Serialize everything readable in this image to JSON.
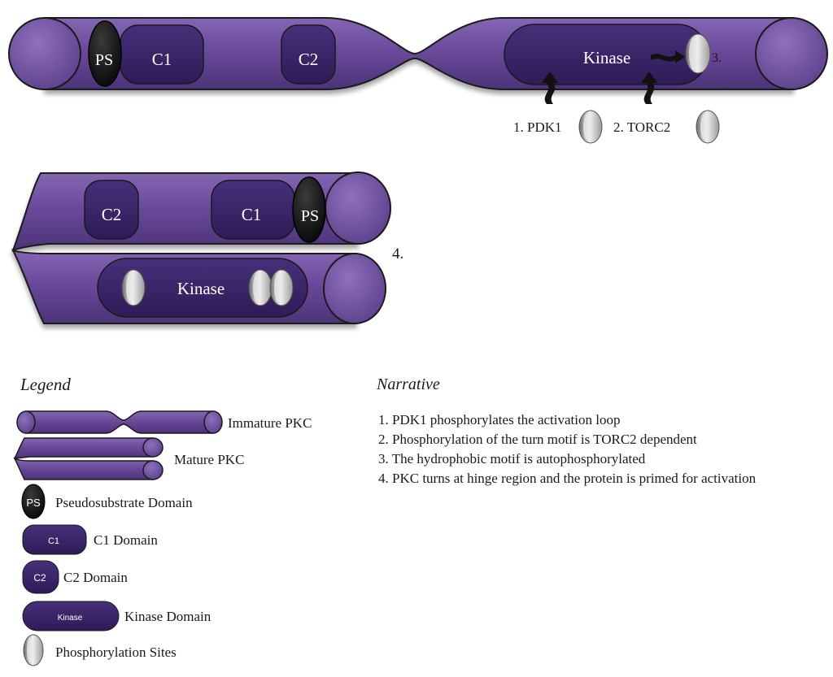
{
  "diagram": {
    "immature": {
      "ps": "PS",
      "c1": "C1",
      "c2": "C2",
      "kinase": "Kinase",
      "step3": "3."
    },
    "steps": {
      "pdk1": "1. PDK1",
      "torc2": "2. TORC2"
    },
    "mature": {
      "c2": "C2",
      "c1": "C1",
      "ps": "PS",
      "kinase": "Kinase",
      "step4": "4."
    }
  },
  "legend": {
    "title": "Legend",
    "items": {
      "immature": "Immature PKC",
      "mature": "Mature PKC",
      "ps": "Pseudosubstrate Domain",
      "c1": "C1 Domain",
      "c2": "C2 Domain",
      "kinase": "Kinase Domain",
      "sites": "Phosphorylation Sites"
    },
    "icons": {
      "ps": "PS",
      "c1": "C1",
      "c2": "C2",
      "kinase": "Kinase"
    }
  },
  "narrative": {
    "title": "Narrative",
    "lines": [
      "1. PDK1 phosphorylates the activation loop",
      "2. Phosphorylation of the turn motif is TORC2 dependent",
      "3. The hydrophobic motif is autophosphorylated",
      "4. PKC turns at hinge region and the protein is primed for activation"
    ]
  },
  "colors": {
    "tube": "#6b4c9a",
    "tube_light": "#8a6bb8",
    "domain": "#3b2466",
    "outline": "#1a1a1a",
    "ps": "#111111",
    "site": "#bdbdbd"
  }
}
